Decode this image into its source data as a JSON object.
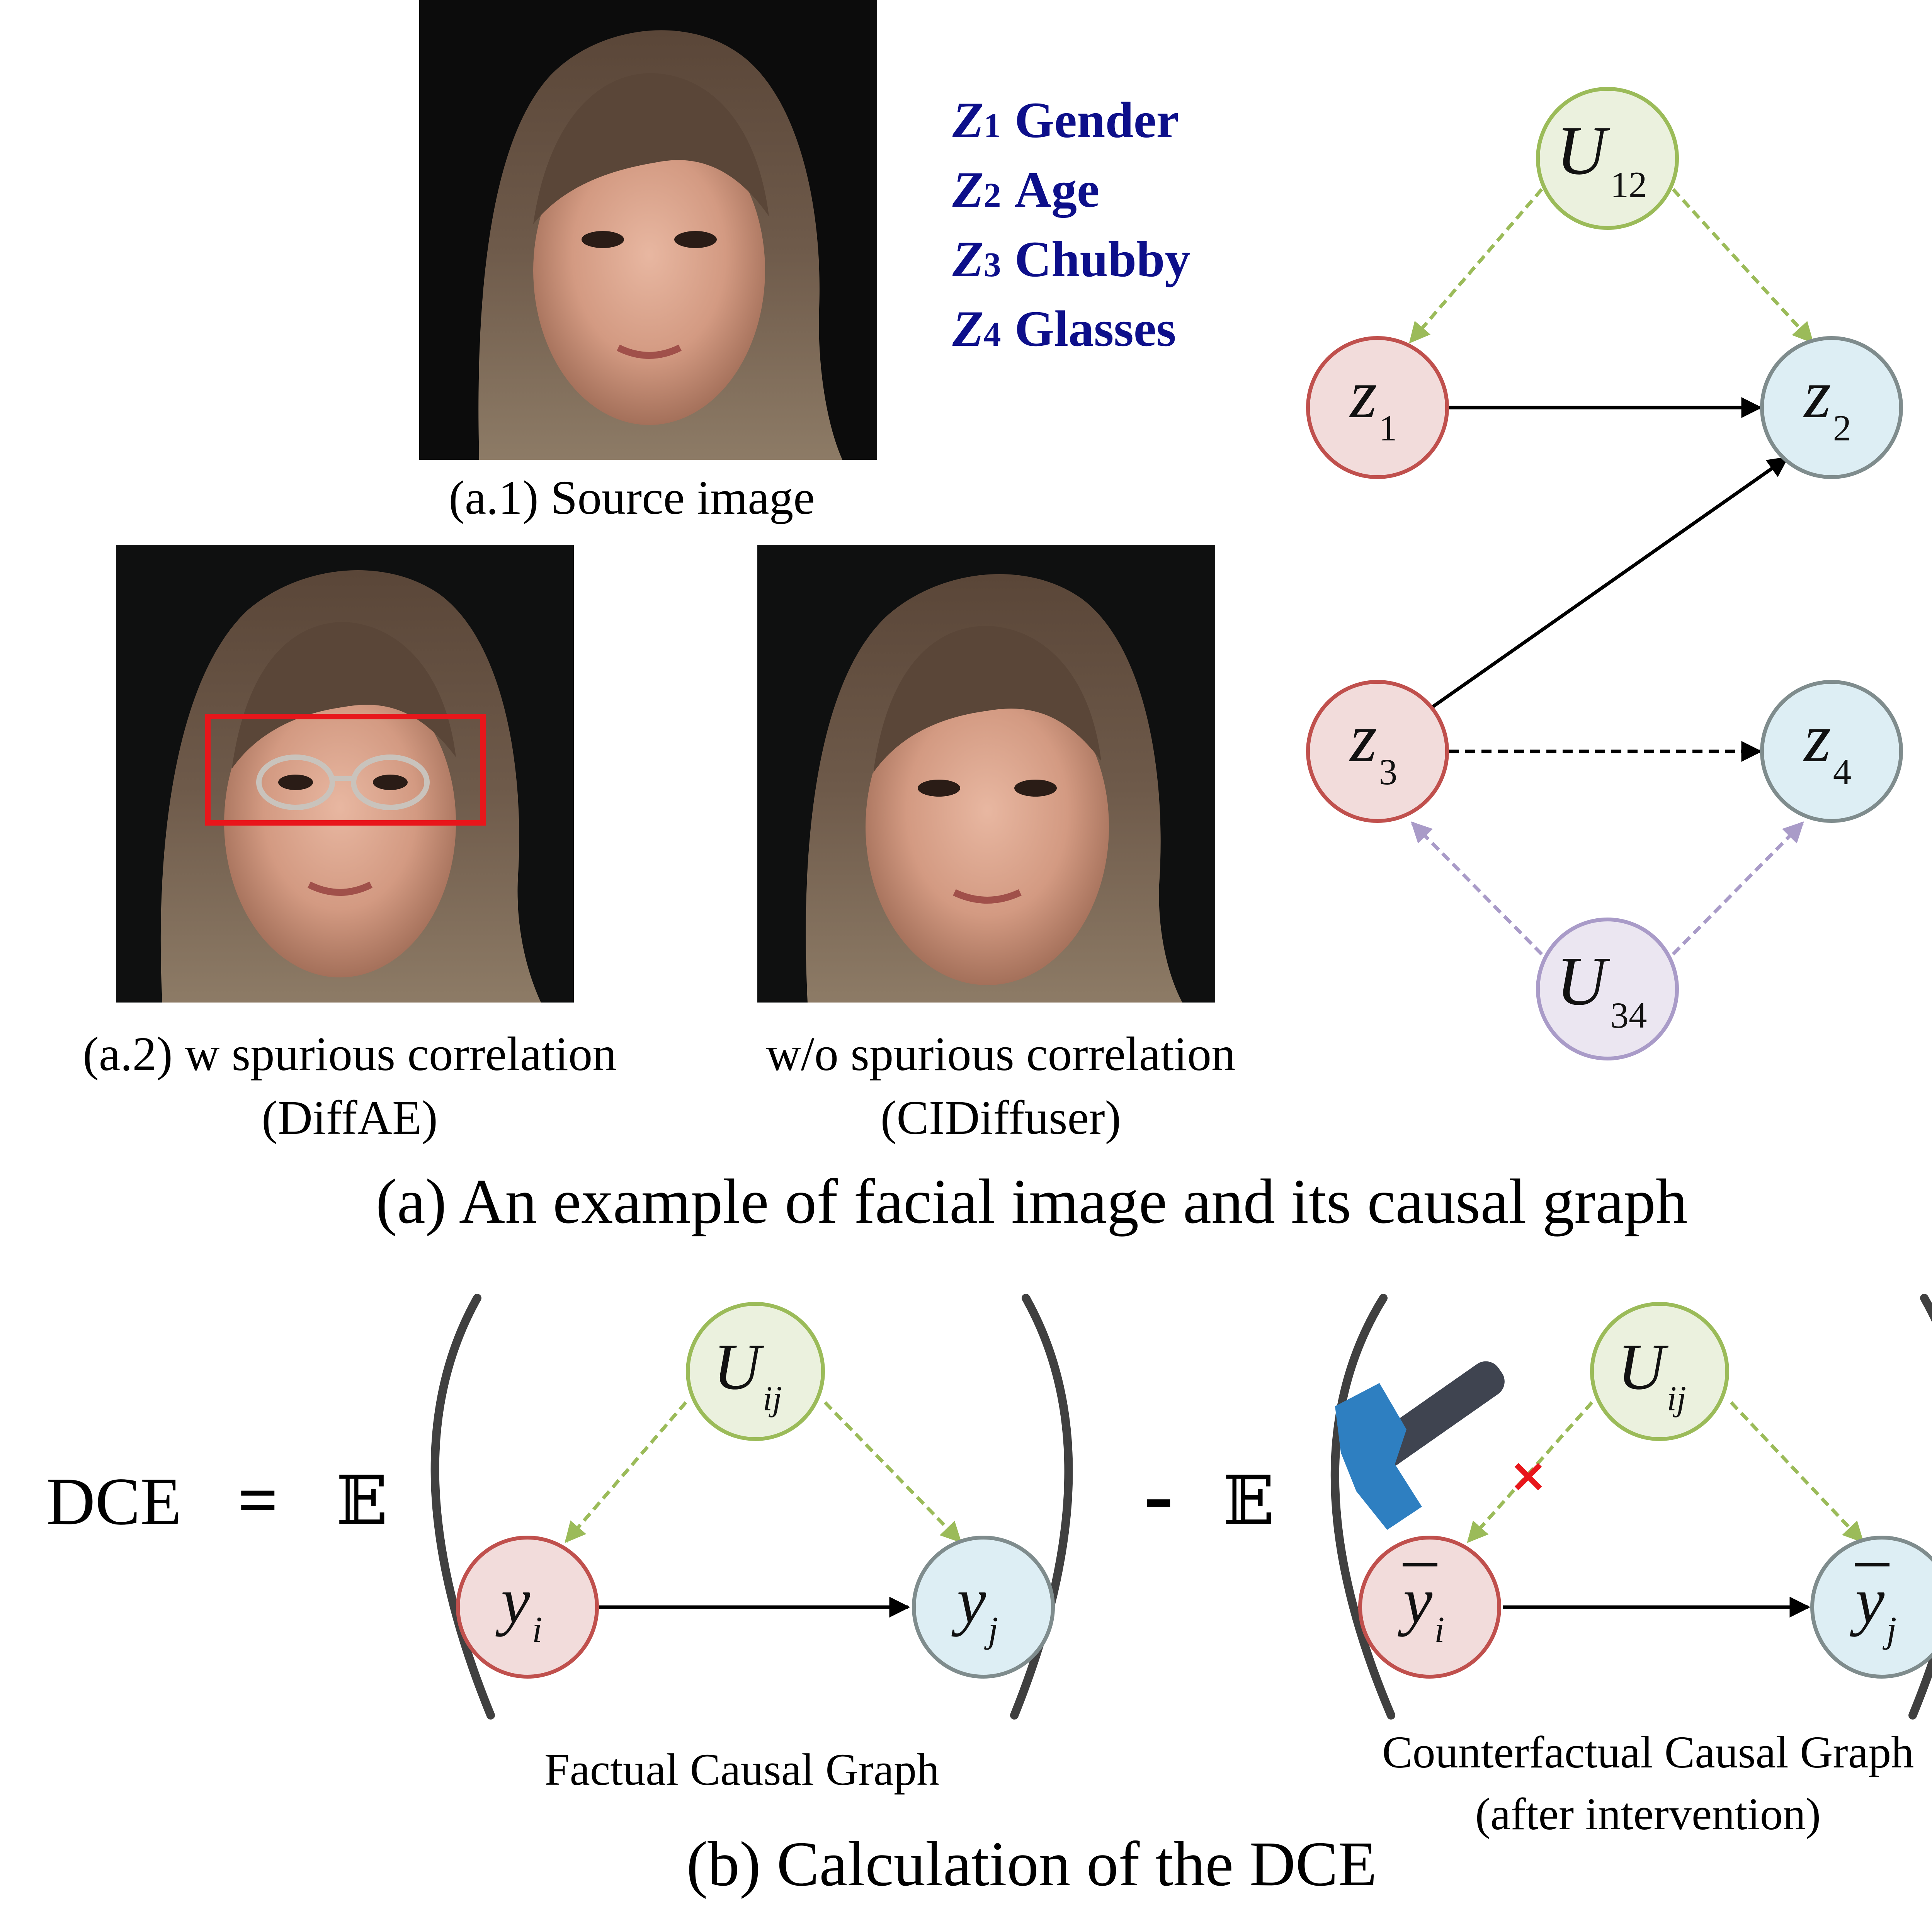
{
  "colors": {
    "legend_blue": "#0d0f8a",
    "red_stroke": "#c0504d",
    "red_fill": "#f2dcdb",
    "blue_stroke": "#7f8c8d",
    "blue_fill": "#ddeef4",
    "green_stroke": "#9bbb59",
    "green_fill": "#ebf1de",
    "purple_stroke": "#a99bc8",
    "purple_fill": "#ebe6f1",
    "highlight_box": "#e8161b",
    "bracket": "#404040",
    "hammer_head": "#2e7fc1",
    "hammer_handle": "#3f4450"
  },
  "panel_a": {
    "legend": [
      {
        "var": "Z",
        "sub": "1",
        "name": "Gender"
      },
      {
        "var": "Z",
        "sub": "2",
        "name": "Age"
      },
      {
        "var": "Z",
        "sub": "3",
        "name": "Chubby"
      },
      {
        "var": "Z",
        "sub": "4",
        "name": "Glasses"
      }
    ],
    "source_caption": "(a.1) Source image",
    "w_caption_line1": "(a.2) w spurious correlation",
    "w_caption_line2": "(DiffAE)",
    "wo_caption_line1": "w/o spurious correlation",
    "wo_caption_line2": "(CIDiffuser)",
    "title": "(a) An example of facial image and its causal graph",
    "graph": {
      "u12": {
        "main": "U",
        "sub": "12"
      },
      "z1": {
        "main": "z",
        "sub": "1"
      },
      "z2": {
        "main": "z",
        "sub": "2"
      },
      "z3": {
        "main": "z",
        "sub": "3"
      },
      "z4": {
        "main": "z",
        "sub": "4"
      },
      "u34": {
        "main": "U",
        "sub": "34"
      }
    }
  },
  "panel_b": {
    "dce_label": "DCE",
    "equals": "=",
    "expect": "𝔼",
    "minus": "-",
    "factual": {
      "u": {
        "main": "U",
        "sub": "ij"
      },
      "yi": {
        "main": "y",
        "sub": "i"
      },
      "yj": {
        "main": "y",
        "sub": "j"
      },
      "caption": "Factual Causal Graph"
    },
    "counterfactual": {
      "u": {
        "main": "U",
        "sub": "ij"
      },
      "yi": {
        "main": "y",
        "sub": "i"
      },
      "yj": {
        "main": "y",
        "sub": "j"
      },
      "caption_line1": "Counterfactual Causal Graph",
      "caption_line2": "(after intervention)",
      "cut_mark": "×"
    },
    "title": "(b) Calculation of the DCE"
  }
}
